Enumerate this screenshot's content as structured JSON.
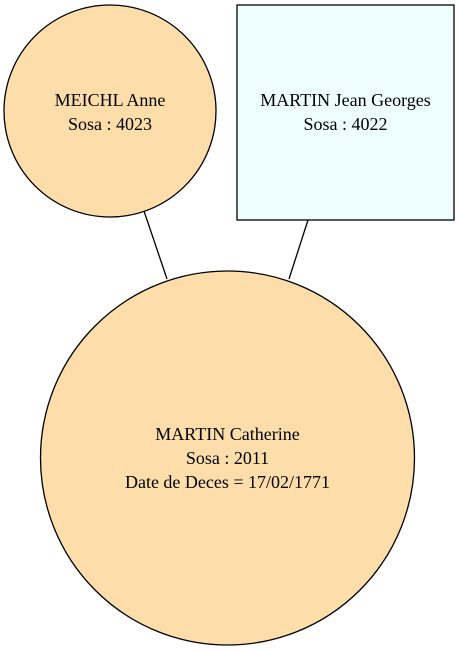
{
  "colors": {
    "female_fill": "#fddeab",
    "male_fill": "#eefefe",
    "stroke": "#000000",
    "background": "#ffffff"
  },
  "nodes": {
    "mother": {
      "name": "MEICHL Anne",
      "sosa": "Sosa : 4023",
      "shape": "circle"
    },
    "father": {
      "name": "MARTIN Jean Georges",
      "sosa": "Sosa : 4022",
      "shape": "box"
    },
    "child": {
      "name": "MARTIN Catherine",
      "sosa": "Sosa : 2011",
      "death": "Date de Deces = 17/02/1771",
      "shape": "circle"
    }
  },
  "edges": [
    {
      "from": "mother",
      "to": "child"
    },
    {
      "from": "father",
      "to": "child"
    }
  ]
}
